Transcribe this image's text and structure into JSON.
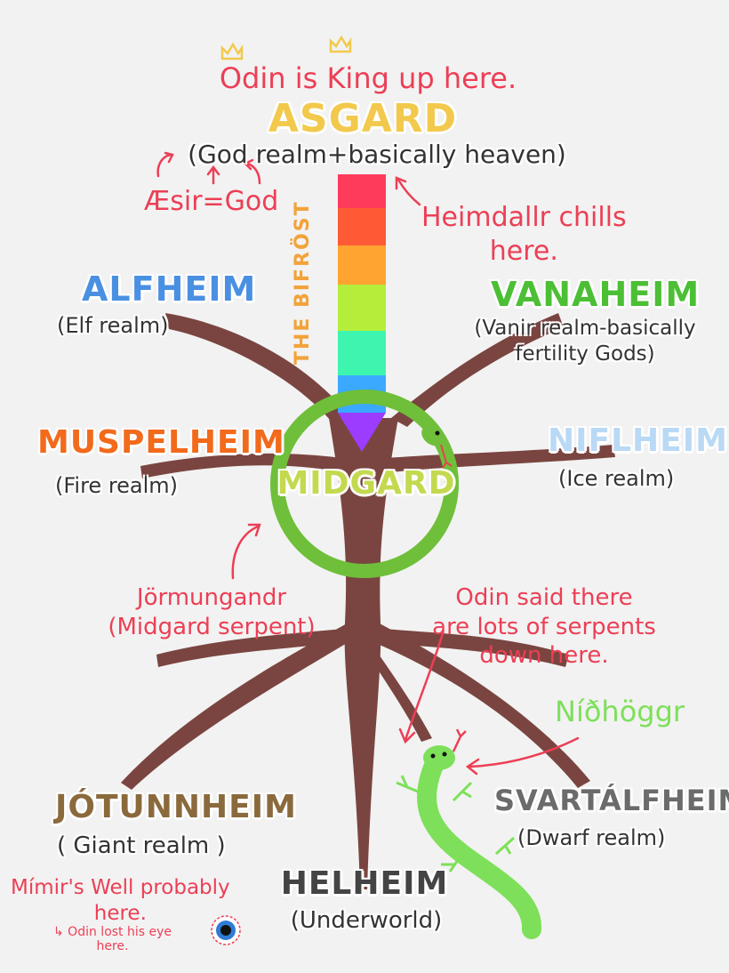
{
  "colors": {
    "trunk": "#7a4540",
    "serpent": "#6fbf3a",
    "nidhoggr": "#7ee05a",
    "note": "#ec3f55",
    "asgard": "#f2c94c",
    "alfheim": "#4a90e2",
    "vanaheim": "#4cbf35",
    "muspelheim": "#f26a1b",
    "niflheim": "#b9d9f5",
    "midgard": "#c4d94f",
    "jotunnheim": "#8a6a3c",
    "svartalfheim": "#6b6b6b",
    "helheim": "#444444",
    "bifrost": [
      "#ff3b5c",
      "#ff5a36",
      "#ffa430",
      "#b4ed3a",
      "#3ef5b0",
      "#3aa9ff",
      "#9b3cff"
    ]
  },
  "top_note": "Odin is King up here.",
  "asgard": {
    "name": "ASGARD",
    "desc": "(God realm+basically heaven)"
  },
  "aesir_note": "Æsir=God",
  "heimdallr_note": [
    "Heimdallr chills",
    "here."
  ],
  "bifrost_label": "THE BIFRÖST",
  "alfheim": {
    "name": "ALFHEIM",
    "desc": "(Elf realm)"
  },
  "vanaheim": {
    "name": "VANAHEIM",
    "desc": [
      "(Vanir realm-basically",
      "fertility Gods)"
    ]
  },
  "muspelheim": {
    "name": "MUSPELHEIM",
    "desc": "(Fire realm)"
  },
  "niflheim": {
    "name": "NIFLHEIM",
    "desc": "(Ice realm)"
  },
  "midgard": {
    "name": "MIDGARD"
  },
  "jormungandr_note": [
    "Jörmungandr",
    "(Midgard serpent)"
  ],
  "serpents_note": [
    "Odin said there",
    "are lots of serpents",
    "down here."
  ],
  "nidhoggr_note": "Níðhöggr",
  "jotunnheim": {
    "name": "JÓTUNNHEIM",
    "desc": "( Giant realm )"
  },
  "svartalfheim": {
    "name": "SVARTÁLFHEIM",
    "desc": "(Dwarf realm)"
  },
  "helheim": {
    "name": "HELHEIM",
    "desc": "(Underworld)"
  },
  "mimir_note": [
    "Mímir's Well probably",
    "here."
  ],
  "odin_eye_note": [
    "↳ Odin lost his eye",
    "here."
  ]
}
